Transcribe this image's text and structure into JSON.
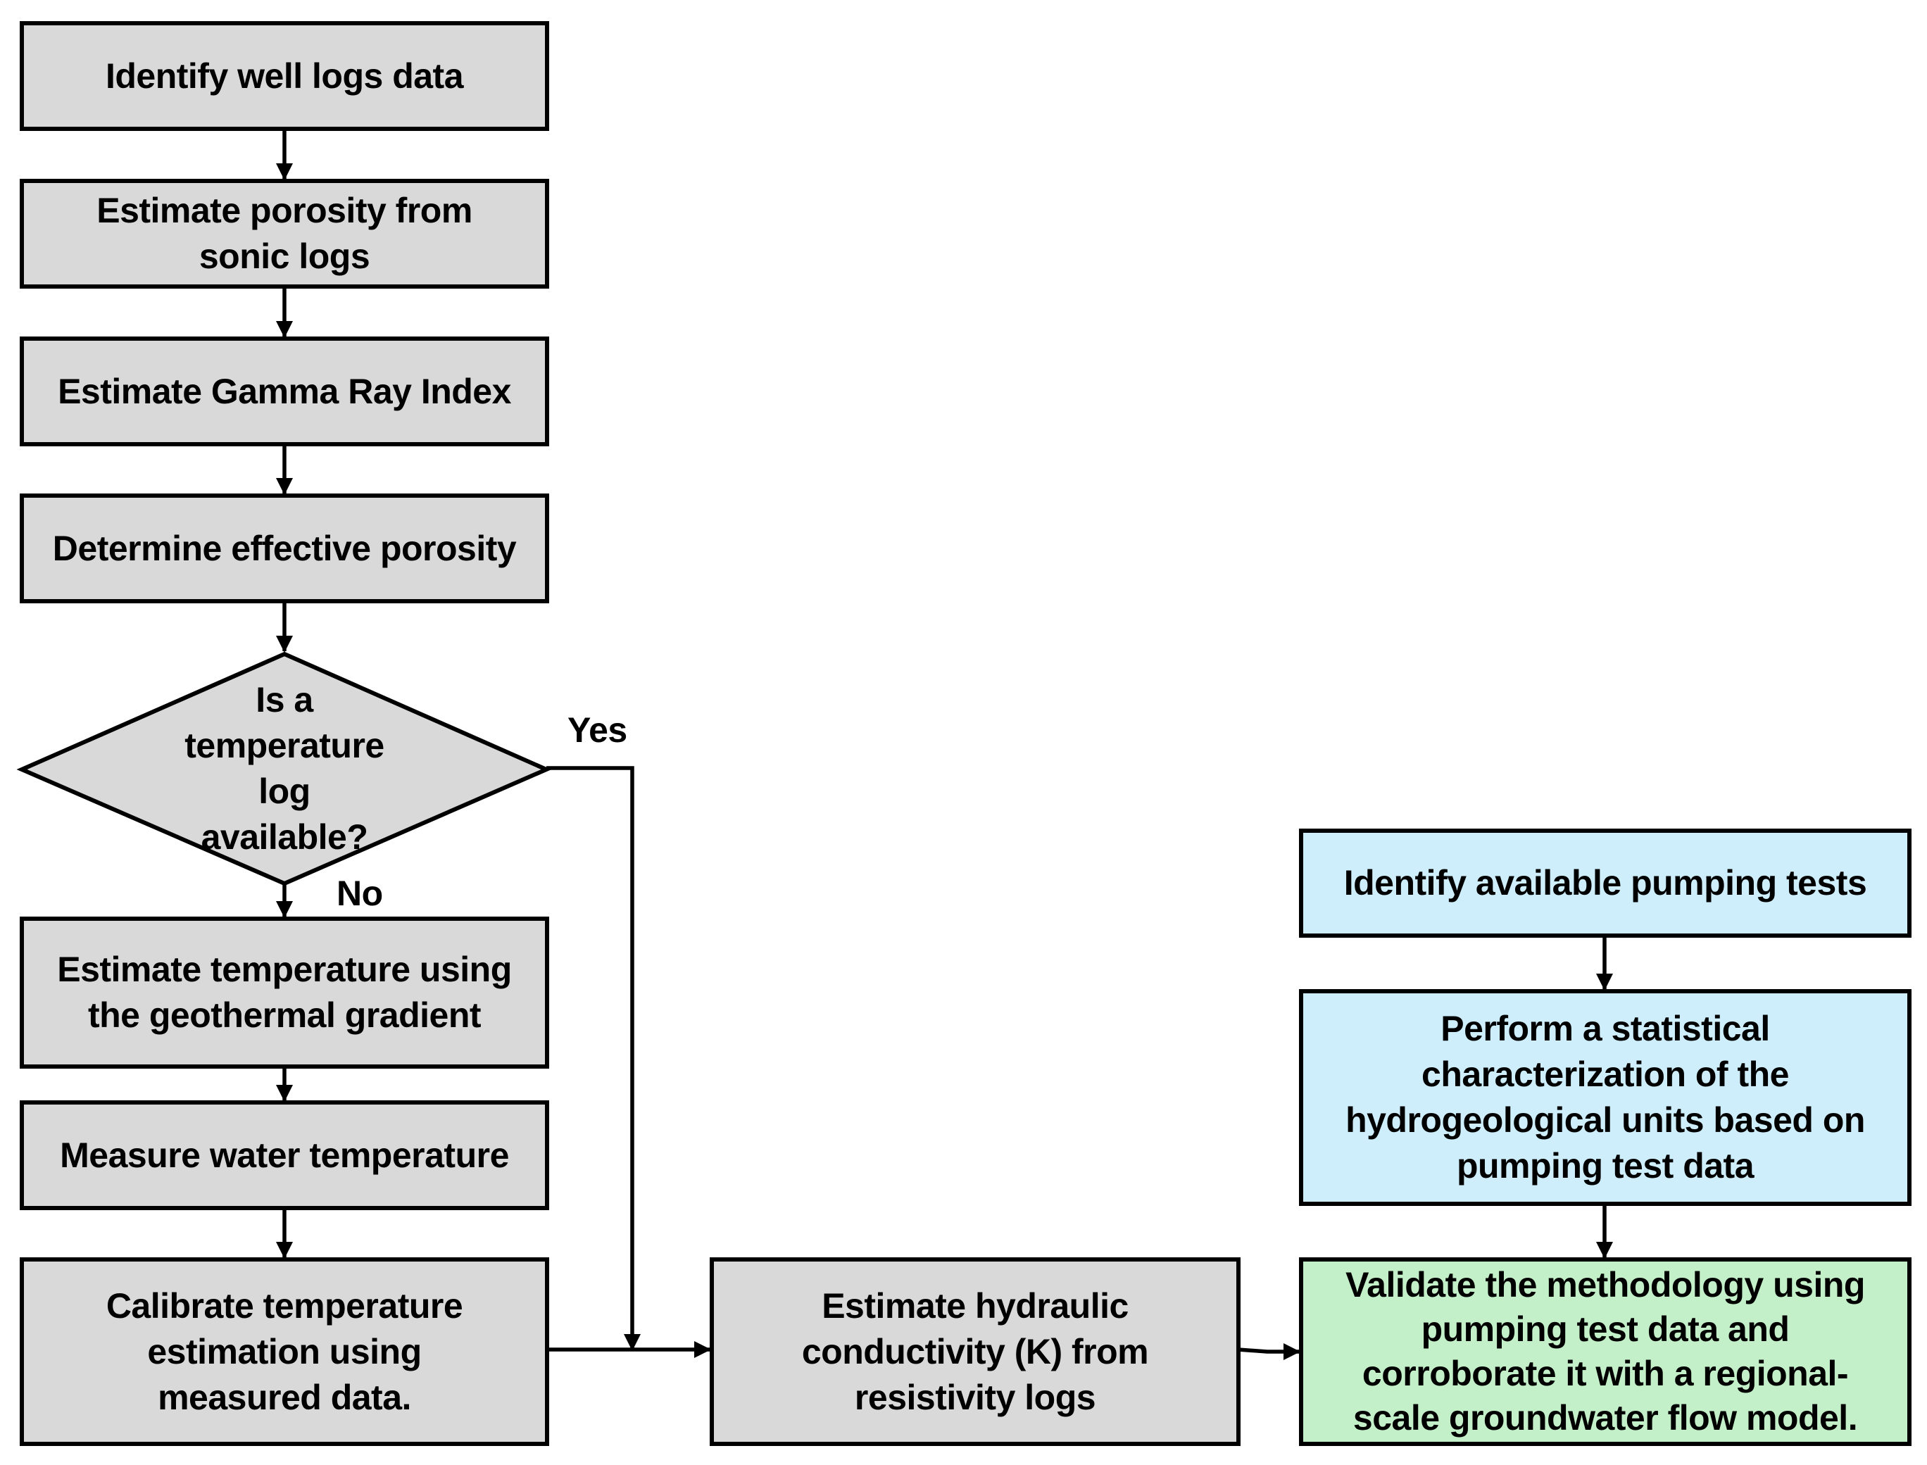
{
  "nodes": {
    "identify_well_logs": "Identify well logs data",
    "estimate_porosity": "Estimate porosity from sonic logs",
    "gamma_ray_index": "Estimate Gamma Ray Index",
    "effective_porosity": "Determine effective porosity",
    "temperature_decision": "Is a temperature log available?",
    "estimate_temperature": "Estimate temperature using the geothermal gradient",
    "measure_water_temperature": "Measure water temperature",
    "calibrate_temperature": "Calibrate temperature estimation using measured data.",
    "hydraulic_conductivity": "Estimate hydraulic conductivity (K) from resistivity logs",
    "identify_pumping_tests": "Identify available pumping tests",
    "statistical_characterization": "Perform a statistical characterization of the hydrogeological units based on pumping test data",
    "validate_methodology": "Validate the methodology using pumping test data and corroborate it with a regional-scale groundwater flow model."
  },
  "edge_labels": {
    "yes": "Yes",
    "no": "No"
  },
  "colors": {
    "gray_fill": "#d9d9d9",
    "blue_fill": "#cdeefa",
    "green_fill": "#c3f0c8",
    "stroke": "#000000"
  }
}
